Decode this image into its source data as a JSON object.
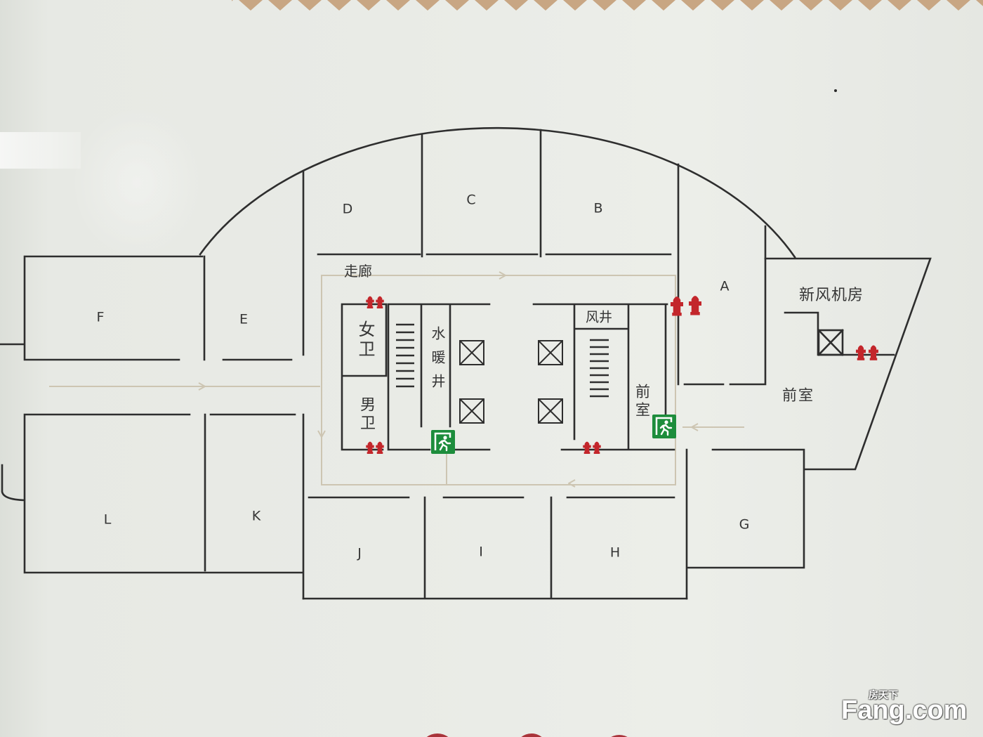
{
  "plan": {
    "rooms": {
      "a": "A",
      "b": "B",
      "c": "C",
      "d": "D",
      "e": "E",
      "f": "F",
      "g": "G",
      "h": "H",
      "i": "I",
      "j": "J",
      "k": "K",
      "l": "L"
    },
    "spaces": {
      "corridor": "走廊",
      "womens_toilet": "女卫",
      "mens_toilet": "男卫",
      "plumbing_shaft": "水暖井",
      "air_shaft": "风井",
      "core_lobby": "前室",
      "fresh_air_room": "新风机房",
      "east_lobby": "前室"
    }
  },
  "icons": {
    "fire_hydrant": "fire-hydrant-icon",
    "emergency_exit": "emergency-exit-icon",
    "elevator": "elevator-icon",
    "stairs": "stairs-icon",
    "circulation_arrow": "arrow-icon"
  },
  "colors": {
    "background": "#e9ebe6",
    "wall": "#2e2e2e",
    "circulation_path": "#cdc5b2",
    "label": "#353535",
    "fire_hydrant": "#c3262b",
    "emergency_exit": "#1d8d3c",
    "border_decoration": "#c8a683"
  },
  "watermark": {
    "brand_cn": "房天下",
    "brand": "Fang.com"
  }
}
